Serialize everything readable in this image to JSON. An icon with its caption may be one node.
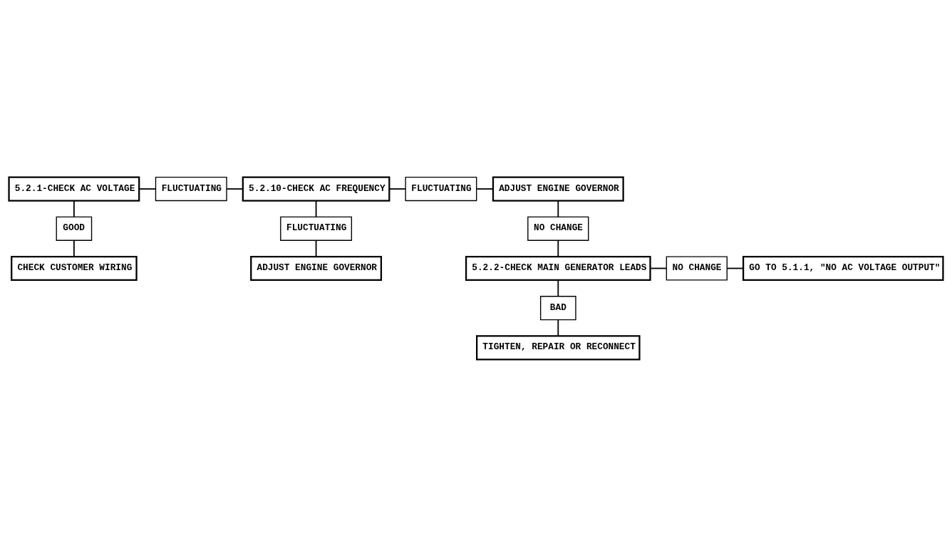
{
  "diagram": {
    "nodes": [
      {
        "text": [
          "5.2.1-CHECK AC VOLTAGE"
        ]
      },
      {
        "text": [
          "FLUCTUATING"
        ]
      },
      {
        "text": [
          "5.2.10-CHECK AC FREQUENCY"
        ]
      },
      {
        "text": [
          "FLUCTUATING"
        ]
      },
      {
        "text": [
          "ADJUST ENGINE GOVERNOR"
        ]
      },
      {
        "text": [
          "GOOD"
        ]
      },
      {
        "text": [
          "CHECK CUSTOMER WIRING"
        ]
      },
      {
        "text": [
          "FLUCTUATING"
        ]
      },
      {
        "text": [
          "ADJUST ENGINE GOVERNOR"
        ]
      },
      {
        "text": [
          "NO CHANGE"
        ]
      },
      {
        "text": [
          "5.2.2-CHECK MAIN GENERATOR LEADS"
        ]
      },
      {
        "text": [
          "NO CHANGE"
        ]
      },
      {
        "text": [
          "GO TO 5.1.1, \"NO AC VOLTAGE OUTPUT\""
        ]
      },
      {
        "text": [
          "BAD"
        ]
      },
      {
        "text": [
          "TIGHTEN, REPAIR OR RECONNECT"
        ]
      }
    ],
    "edges": [
      {
        "from": 0,
        "to": 1,
        "arrow": "none"
      },
      {
        "from": 1,
        "to": 2,
        "arrow": "none"
      },
      {
        "from": 2,
        "to": 3,
        "arrow": "none"
      },
      {
        "from": 3,
        "to": 4,
        "arrow": "none"
      },
      {
        "from": 0,
        "to": 5,
        "arrow": "none"
      },
      {
        "from": 5,
        "to": 6,
        "arrow": "none"
      },
      {
        "from": 2,
        "to": 7,
        "arrow": "none"
      },
      {
        "from": 7,
        "to": 8,
        "arrow": "none"
      },
      {
        "from": 4,
        "to": 9,
        "arrow": "none"
      },
      {
        "from": 9,
        "to": 10,
        "arrow": "none"
      },
      {
        "from": 10,
        "to": 11,
        "arrow": "none"
      },
      {
        "from": 11,
        "to": 12,
        "arrow": "none"
      },
      {
        "from": 10,
        "to": 13,
        "arrow": "none"
      },
      {
        "from": 13,
        "to": 14,
        "arrow": "none"
      }
    ]
  }
}
